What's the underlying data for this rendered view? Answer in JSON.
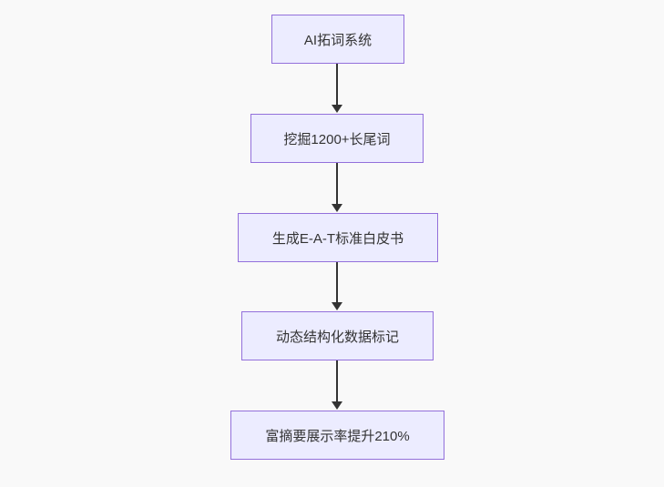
{
  "diagram": {
    "type": "flowchart",
    "direction": "top-down",
    "nodes": [
      {
        "id": "A",
        "label": "AI拓词系统"
      },
      {
        "id": "B",
        "label": "挖掘1200+长尾词"
      },
      {
        "id": "C",
        "label": "生成E-A-T标准白皮书"
      },
      {
        "id": "D",
        "label": "动态结构化数据标记"
      },
      {
        "id": "E",
        "label": "富摘要展示率提升210%"
      }
    ],
    "edges": [
      {
        "from": "A",
        "to": "B",
        "arrow": "down"
      },
      {
        "from": "B",
        "to": "C",
        "arrow": "down"
      },
      {
        "from": "C",
        "to": "D",
        "arrow": "down"
      },
      {
        "from": "D",
        "to": "E",
        "arrow": "down"
      }
    ],
    "colors": {
      "background": "#f9f9f9",
      "node_fill": "#ECECFF",
      "node_border": "#9370DB",
      "edge": "#333333",
      "text": "#333333"
    }
  }
}
